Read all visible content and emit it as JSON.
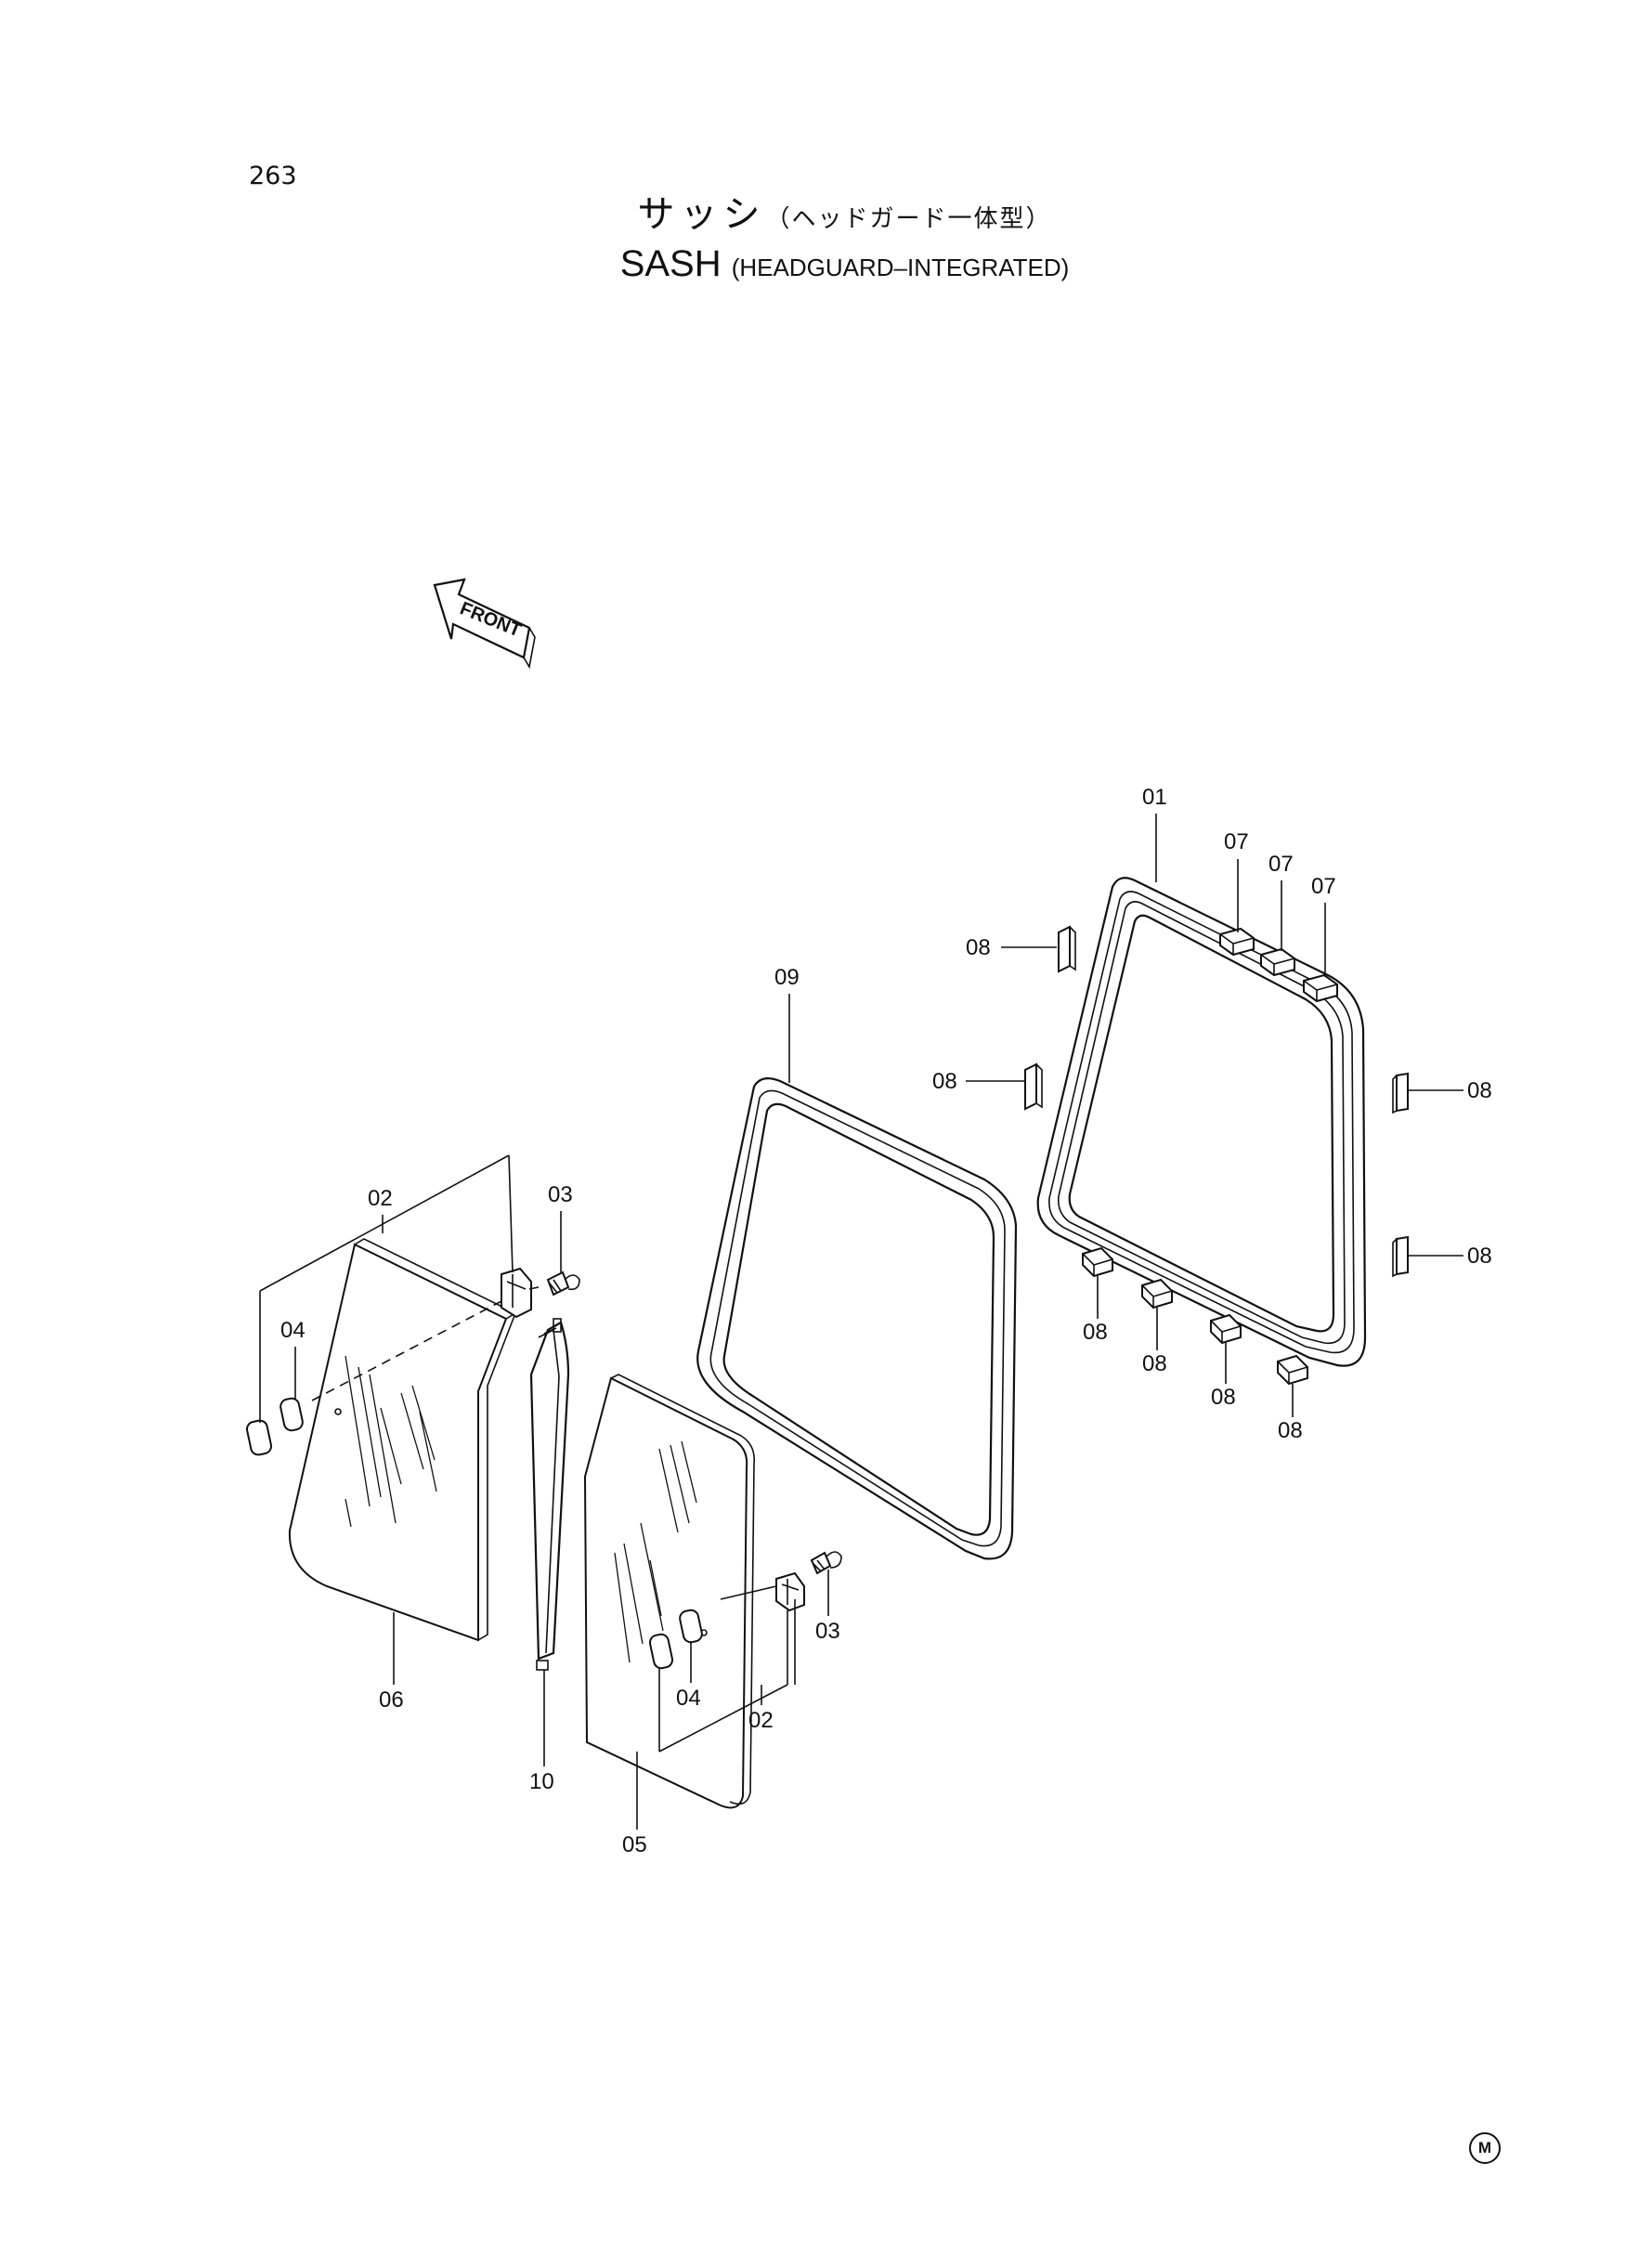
{
  "page": {
    "number": "263"
  },
  "title": {
    "jp_main": "サッシ",
    "jp_sub": "（ヘッドガード一体型）",
    "en_main": "SASH",
    "en_sub": "(HEADGUARD–INTEGRATED)"
  },
  "front_label": "FRONT",
  "mark": "M",
  "callouts": {
    "c01": "01",
    "c02a": "02",
    "c02b": "02",
    "c03a": "03",
    "c03b": "03",
    "c04a": "04",
    "c04b": "04",
    "c05": "05",
    "c06": "06",
    "c07a": "07",
    "c07b": "07",
    "c07c": "07",
    "c08a": "08",
    "c08b": "08",
    "c08c": "08",
    "c08d": "08",
    "c08e": "08",
    "c08f": "08",
    "c08g": "08",
    "c08h": "08",
    "c09": "09",
    "c10": "10"
  }
}
